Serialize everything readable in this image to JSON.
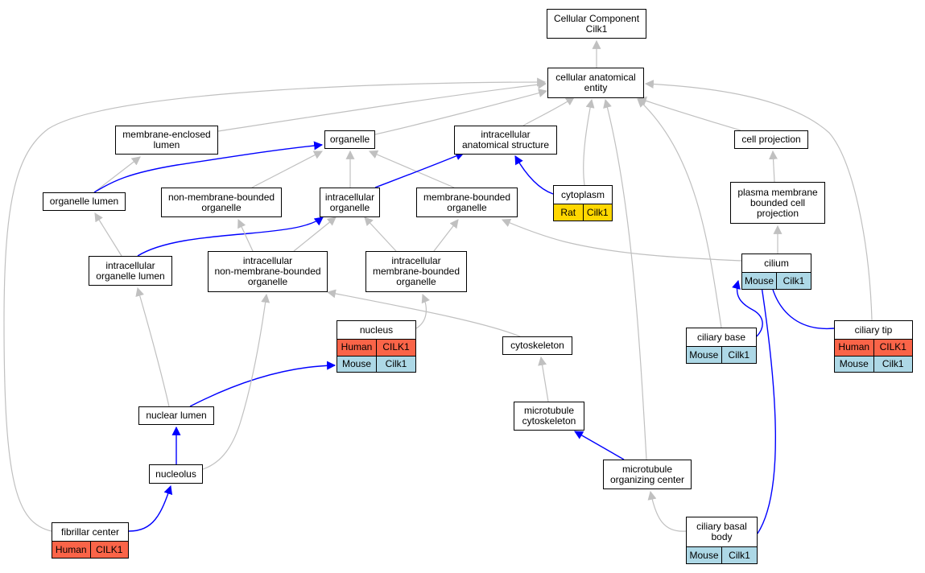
{
  "colors": {
    "isa_edge": "#c0c0c0",
    "partof_edge": "#0000ff",
    "human": "#fa6448",
    "mouse": "#add8e6",
    "rat": "#ffd700"
  },
  "nodes": {
    "root": {
      "label": "Cellular Component\nCilk1"
    },
    "cae": {
      "label": "cellular anatomical\nentity"
    },
    "mel": {
      "label": "membrane-enclosed\nlumen"
    },
    "organelle": {
      "label": "organelle"
    },
    "ias": {
      "label": "intracellular\nanatomical structure"
    },
    "cellproj": {
      "label": "cell projection"
    },
    "orglumen": {
      "label": "organelle lumen"
    },
    "nmbo": {
      "label": "non-membrane-bounded\norganelle"
    },
    "intorg": {
      "label": "intracellular\norganelle"
    },
    "mbo": {
      "label": "membrane-bounded\norganelle"
    },
    "cytoplasm": {
      "label": "cytoplasm",
      "species": [
        {
          "name": "Rat",
          "gene": "Cilk1",
          "kind": "rat"
        }
      ]
    },
    "pmbcp": {
      "label": "plasma membrane\nbounded cell\nprojection"
    },
    "iol": {
      "label": "intracellular\norganelle lumen"
    },
    "inmbo": {
      "label": "intracellular\nnon-membrane-bounded\norganelle"
    },
    "imbo": {
      "label": "intracellular\nmembrane-bounded\norganelle"
    },
    "cilium": {
      "label": "cilium",
      "species": [
        {
          "name": "Mouse",
          "gene": "Cilk1",
          "kind": "mouse"
        }
      ]
    },
    "nucleus": {
      "label": "nucleus",
      "species": [
        {
          "name": "Human",
          "gene": "CILK1",
          "kind": "human"
        },
        {
          "name": "Mouse",
          "gene": "Cilk1",
          "kind": "mouse"
        }
      ]
    },
    "cytoskeleton": {
      "label": "cytoskeleton"
    },
    "ciliarybase": {
      "label": "ciliary base",
      "species": [
        {
          "name": "Mouse",
          "gene": "Cilk1",
          "kind": "mouse"
        }
      ]
    },
    "ciliarytip": {
      "label": "ciliary tip",
      "species": [
        {
          "name": "Human",
          "gene": "CILK1",
          "kind": "human"
        },
        {
          "name": "Mouse",
          "gene": "Cilk1",
          "kind": "mouse"
        }
      ]
    },
    "nuclumen": {
      "label": "nuclear lumen"
    },
    "mtcyto": {
      "label": "microtubule\ncytoskeleton"
    },
    "mtoc": {
      "label": "microtubule\norganizing center"
    },
    "nucleolus": {
      "label": "nucleolus"
    },
    "fibcenter": {
      "label": "fibrillar center",
      "species": [
        {
          "name": "Human",
          "gene": "CILK1",
          "kind": "human"
        }
      ]
    },
    "cbb": {
      "label": "ciliary basal\nbody",
      "species": [
        {
          "name": "Mouse",
          "gene": "Cilk1",
          "kind": "mouse"
        }
      ]
    }
  },
  "edges": [
    {
      "from": "cae",
      "to": "root",
      "type": "is_a"
    },
    {
      "from": "mel",
      "to": "cae",
      "type": "is_a"
    },
    {
      "from": "organelle",
      "to": "cae",
      "type": "is_a"
    },
    {
      "from": "ias",
      "to": "cae",
      "type": "is_a"
    },
    {
      "from": "cellproj",
      "to": "cae",
      "type": "is_a"
    },
    {
      "from": "cytoplasm",
      "to": "cae",
      "type": "is_a"
    },
    {
      "from": "mtoc",
      "to": "cae",
      "type": "is_a"
    },
    {
      "from": "ciliarybase",
      "to": "cae",
      "type": "is_a"
    },
    {
      "from": "ciliarytip",
      "to": "cae",
      "type": "is_a"
    },
    {
      "from": "fibcenter",
      "to": "cae",
      "type": "is_a"
    },
    {
      "from": "orglumen",
      "to": "mel",
      "type": "is_a"
    },
    {
      "from": "orglumen",
      "to": "organelle",
      "type": "part_of"
    },
    {
      "from": "nmbo",
      "to": "organelle",
      "type": "is_a"
    },
    {
      "from": "intorg",
      "to": "organelle",
      "type": "is_a"
    },
    {
      "from": "mbo",
      "to": "organelle",
      "type": "is_a"
    },
    {
      "from": "intorg",
      "to": "ias",
      "type": "part_of"
    },
    {
      "from": "cytoplasm",
      "to": "ias",
      "type": "part_of"
    },
    {
      "from": "pmbcp",
      "to": "cellproj",
      "type": "is_a"
    },
    {
      "from": "iol",
      "to": "orglumen",
      "type": "is_a"
    },
    {
      "from": "iol",
      "to": "intorg",
      "type": "part_of"
    },
    {
      "from": "inmbo",
      "to": "nmbo",
      "type": "is_a"
    },
    {
      "from": "inmbo",
      "to": "intorg",
      "type": "is_a"
    },
    {
      "from": "imbo",
      "to": "intorg",
      "type": "is_a"
    },
    {
      "from": "imbo",
      "to": "mbo",
      "type": "is_a"
    },
    {
      "from": "cilium",
      "to": "mbo",
      "type": "is_a"
    },
    {
      "from": "cilium",
      "to": "pmbcp",
      "type": "is_a"
    },
    {
      "from": "nucleus",
      "to": "imbo",
      "type": "is_a"
    },
    {
      "from": "cytoskeleton",
      "to": "inmbo",
      "type": "is_a"
    },
    {
      "from": "mtcyto",
      "to": "cytoskeleton",
      "type": "is_a"
    },
    {
      "from": "ciliarybase",
      "to": "cilium",
      "type": "part_of"
    },
    {
      "from": "ciliarytip",
      "to": "cilium",
      "type": "part_of"
    },
    {
      "from": "cbb",
      "to": "cilium",
      "type": "part_of"
    },
    {
      "from": "nuclumen",
      "to": "iol",
      "type": "is_a"
    },
    {
      "from": "nuclumen",
      "to": "nucleus",
      "type": "part_of"
    },
    {
      "from": "mtoc",
      "to": "mtcyto",
      "type": "part_of"
    },
    {
      "from": "nucleolus",
      "to": "nuclumen",
      "type": "part_of"
    },
    {
      "from": "nucleolus",
      "to": "inmbo",
      "type": "is_a"
    },
    {
      "from": "fibcenter",
      "to": "nucleolus",
      "type": "part_of"
    },
    {
      "from": "cbb",
      "to": "mtoc",
      "type": "is_a"
    }
  ]
}
